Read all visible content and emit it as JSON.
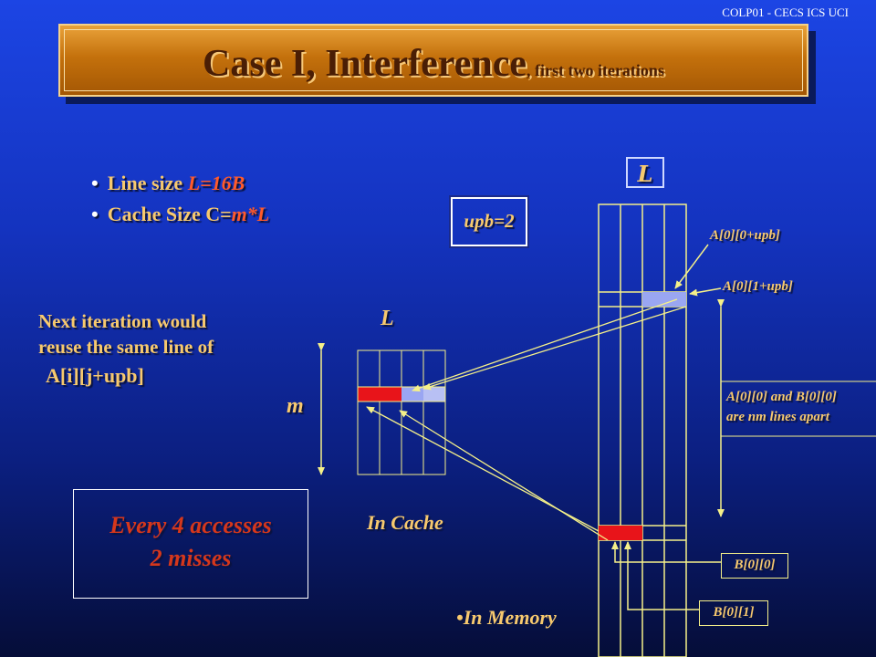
{
  "header": {
    "tag": "COLP01 - CECS ICS UCI"
  },
  "title": {
    "main": "Case I, Interference",
    "sub": ", first two iterations"
  },
  "bullets": [
    {
      "prefix": "Line size ",
      "value": "L=16B"
    },
    {
      "prefix": "Cache Size C=",
      "value": "m*L"
    }
  ],
  "upb_label": "upb=2",
  "memory": {
    "col_label": "L",
    "addr_a0": "A[0][0+upb]",
    "addr_a1": "A[0][1+upb]",
    "apart_line1": "A[0][0] and B[0][0]",
    "apart_line2": "are nm lines apart",
    "b0": "B[0][0]",
    "b1": "B[0][1]",
    "caption": "In Memory"
  },
  "cache": {
    "col_label": "L",
    "row_label": "m",
    "caption": "In Cache"
  },
  "note": {
    "line1": "Next iteration would",
    "line2": "reuse the same line of",
    "ref": "A[i][j+upb]"
  },
  "summary": {
    "line1": "Every 4 accesses",
    "line2": "2  misses"
  },
  "colors": {
    "grid_line": "#f5f089",
    "miss_block": "#e8141a",
    "hit_block": "#9aa6f2",
    "arrow": "#f5f089"
  }
}
